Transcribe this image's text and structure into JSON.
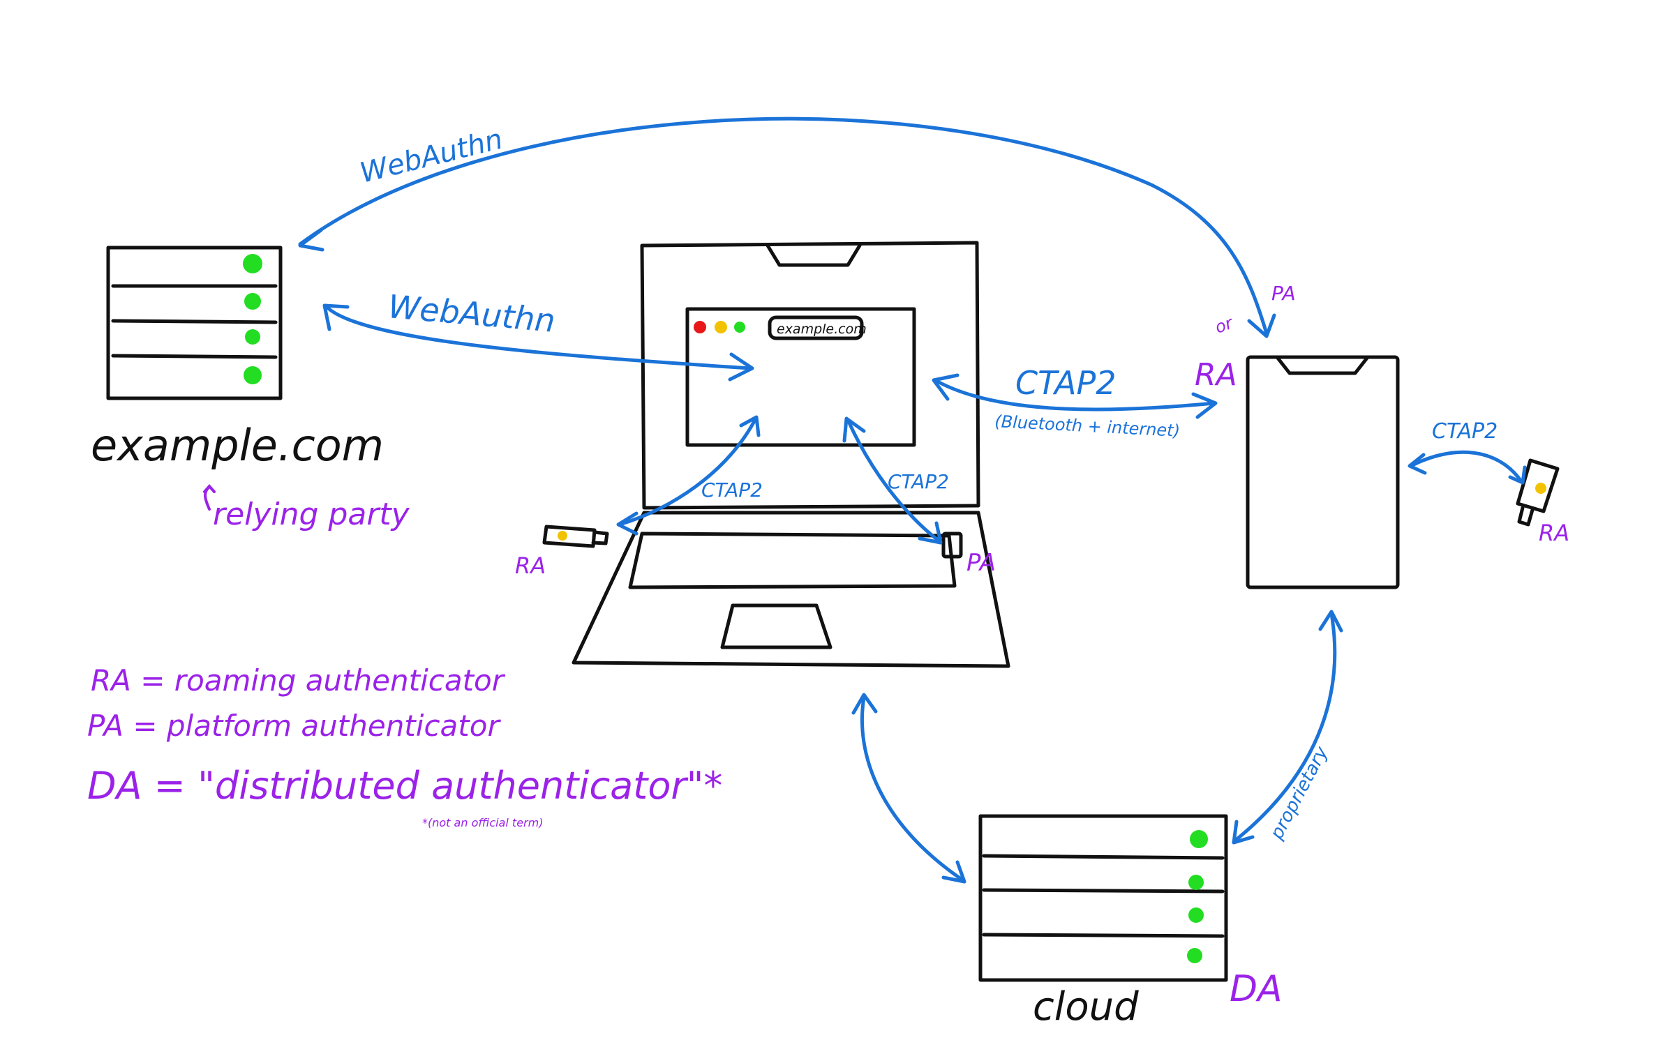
{
  "labels": {
    "webauthn_top": "WebAuthn",
    "webauthn_mid": "WebAuthn",
    "ctap2_phone": "CTAP2",
    "ctap2_phone_sub": "(Bluetooth + internet)",
    "ctap2_left": "CTAP2",
    "ctap2_right": "CTAP2",
    "ctap2_key": "CTAP2",
    "proprietary": "proprietary",
    "or": "or",
    "pa_top": "PA",
    "ra_phone": "RA",
    "ra_usb_left": "RA",
    "pa_laptop": "PA",
    "ra_usb_right": "RA",
    "da": "DA",
    "browser_url": "example.com",
    "rp_name": "example.com",
    "rp_role": "relying party",
    "cloud": "cloud"
  },
  "legend": {
    "ra": "RA = roaming authenticator",
    "pa": "PA = platform authenticator",
    "da": "DA = \"distributed authenticator\"*",
    "footnote": "*(not an official term)"
  },
  "colors": {
    "ink": "#111111",
    "arrow": "#1b73d8",
    "note": "#9b22e8",
    "led_green": "#22dd22",
    "led_yellow": "#f2c200",
    "led_red": "#e81818"
  }
}
